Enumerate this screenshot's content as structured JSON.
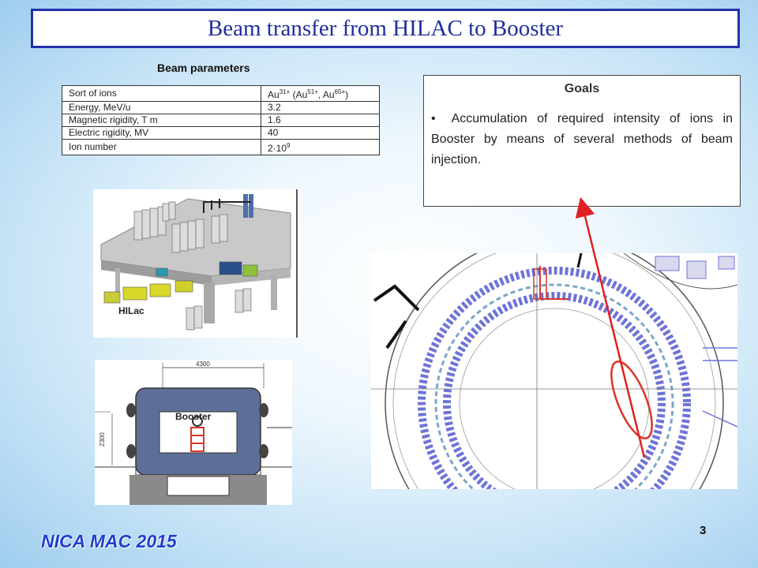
{
  "title": "Beam transfer from HILAC to Booster",
  "params": {
    "caption": "Beam parameters",
    "rows": [
      {
        "k": "Sort of ions",
        "v": "Au31+ (Au51+, Au65+)"
      },
      {
        "k": "Energy, MeV/u",
        "v": "3.2"
      },
      {
        "k": "Magnetic rigidity, T m",
        "v": "1.6"
      },
      {
        "k": "Electric rigidity, MV",
        "v": "40"
      },
      {
        "k": "Ion number",
        "v": "2·109"
      }
    ]
  },
  "goals": {
    "title": "Goals",
    "bullet": "•",
    "text": "Accumulation of required intensity of ions in Booster by means of several methods of beam injection."
  },
  "hilac_label": "HILac",
  "booster_label": "Booster",
  "dim_width": "4300",
  "dim_height": "2300",
  "footer": "NICA MAC 2015",
  "page_number": "3"
}
